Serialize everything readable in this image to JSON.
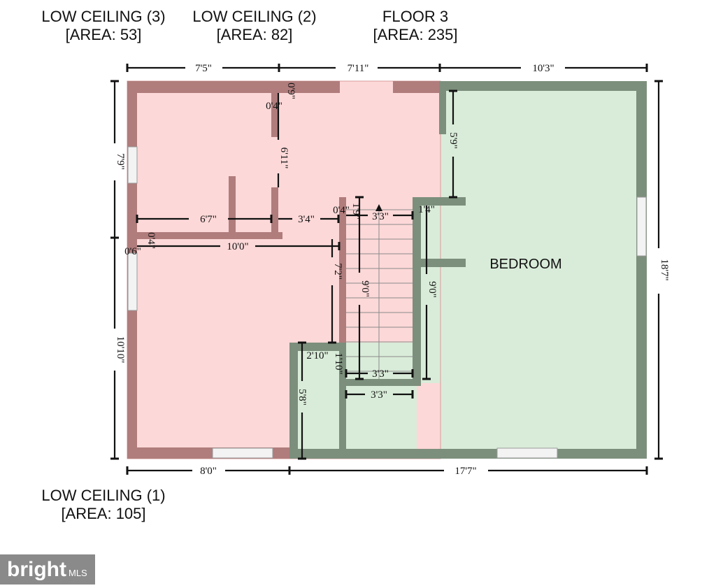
{
  "areas": {
    "low_ceiling_3": {
      "title": "LOW CEILING (3)",
      "area": "[AREA: 53]"
    },
    "low_ceiling_2": {
      "title": "LOW CEILING (2)",
      "area": "[AREA: 82]"
    },
    "floor_3": {
      "title": "FLOOR 3",
      "area": "[AREA: 235]"
    },
    "low_ceiling_1": {
      "title": "LOW CEILING (1)",
      "area": "[AREA: 105]"
    }
  },
  "rooms": {
    "bedroom": "BEDROOM"
  },
  "dimensions": {
    "top_left": "7'5\"",
    "top_mid": "7'11\"",
    "top_right": "10'3\"",
    "left_upper": "7'9\"",
    "left_lower": "10'10\"",
    "right": "18'7\"",
    "bottom_left": "8'0\"",
    "bottom_right": "17'7\"",
    "wall_0_9": "0'9\"",
    "wall_0_4_a": "0'4\"",
    "inner_6_11": "6'11\"",
    "inner_5_9": "5'9\"",
    "inner_6_7": "6'7\"",
    "inner_3_4": "3'4\"",
    "inner_0_4_b": "0'4\"",
    "inner_1_9": "1'9\"",
    "stair_3_3_top": "3'3\"",
    "inner_1_4": "1'4\"",
    "wall_0_4_c": "0'4\"",
    "wall_0_6": "0'6\"",
    "inner_10_0": "10'0\"",
    "inner_7_2": "7'2\"",
    "stair_9_0": "9'0\"",
    "bed_9_0": "9'0\"",
    "closet_2_10": "2'10\"",
    "closet_1_10": "1'10\"",
    "stair_3_3_bottom": "3'3\"",
    "closet_3_3": "3'3\"",
    "closet_5_8": "5'8\""
  },
  "logo": {
    "brand": "bright",
    "sub": "MLS"
  },
  "colors": {
    "low_ceiling_fill": "#fdd8d8",
    "floor_fill": "#d9ecd9",
    "wall_red": "#b07c7c",
    "wall_green": "#7c8f7c"
  }
}
